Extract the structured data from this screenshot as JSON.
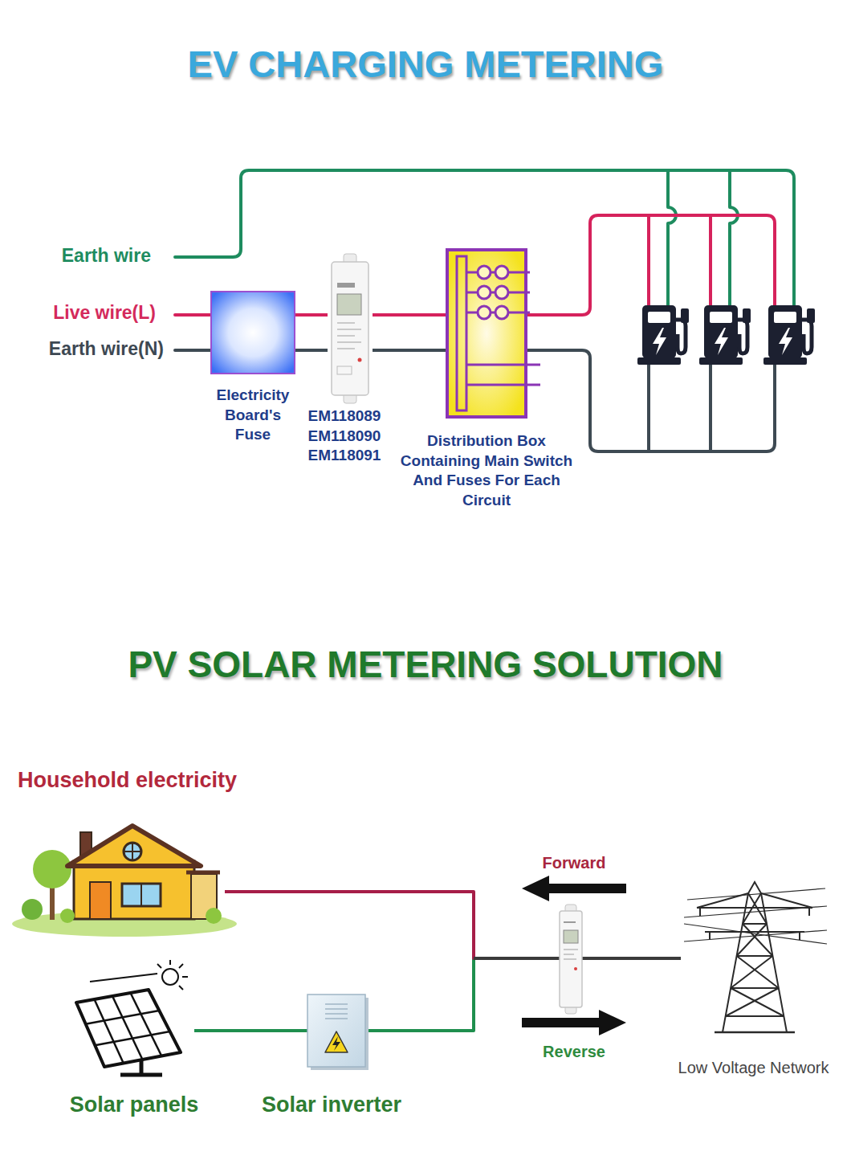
{
  "diagram": {
    "title": "EV CHARGING METERING",
    "nodes": [
      {
        "text": [
          "Electricity Board's Fuse"
        ]
      },
      {
        "text": [
          "EM118089 EM118090 EM118091"
        ]
      },
      {
        "text": [
          "Distribution Box Containing Main Switch And Fuses For Each Circuit"
        ]
      },
      {
        "text": [
          "Household electricity"
        ]
      },
      {
        "text": [
          "Solar panels"
        ]
      },
      {
        "text": [
          "Solar inverter"
        ]
      },
      {
        "text": [
          "Low Voltage Network"
        ]
      }
    ],
    "edges": [
      {
        "from": 0,
        "to": 1,
        "arrow": "none"
      },
      {
        "from": 0,
        "to": 1,
        "arrow": "none"
      },
      {
        "from": 1,
        "to": 2,
        "arrow": "none"
      },
      {
        "from": 1,
        "to": 2,
        "arrow": "none"
      },
      {
        "from": 4,
        "to": 5,
        "arrow": "none"
      },
      {
        "from": 5,
        "to": 6,
        "arrow": "none"
      },
      {
        "from": 3,
        "to": 6,
        "arrow": "none"
      }
    ],
    "labels": [
      "Earth wire",
      "Live wire(L)",
      "Earth wire(N)",
      "PV SOLAR METERING SOLUTION",
      "Forward",
      "Reverse"
    ]
  }
}
